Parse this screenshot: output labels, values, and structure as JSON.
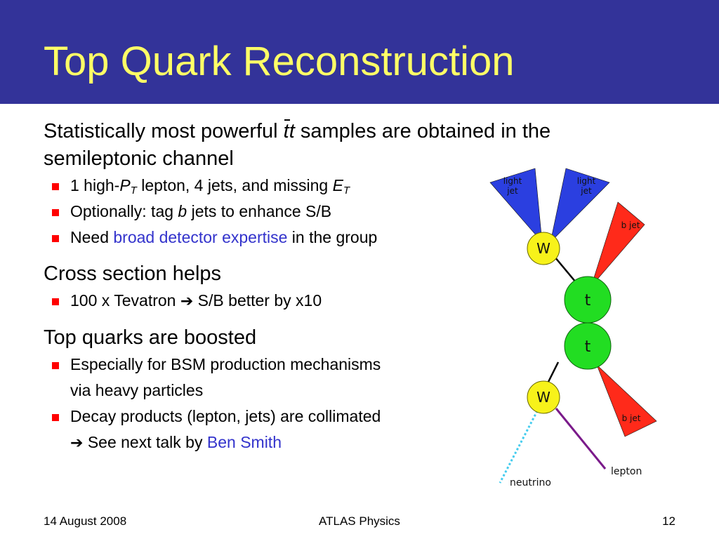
{
  "slide": {
    "title": "Top Quark Reconstruction",
    "page_number": "12",
    "footer_left": "14 August 2008",
    "footer_center": "ATLAS Physics"
  },
  "colors": {
    "header_bg": "#333399",
    "title": "#ffff66",
    "bullet": "#ff0000",
    "highlight": "#3333cc",
    "light_jet": "#2b3fe0",
    "b_jet": "#ff2a1a",
    "w_boson": "#f7f21a",
    "top_quark": "#22dd22",
    "neutrino": "#44ccee",
    "lepton": "#7a1a8a"
  },
  "content": {
    "s1": {
      "pre": "Statistically most powerful ",
      "tt": "tt",
      "post": " samples are obtained in the semileptonic channel"
    },
    "b1a": {
      "pre": "1 high-",
      "p": "P",
      "psub": "T",
      "mid": " lepton, 4 jets, and missing ",
      "e": "E",
      "esub": "T"
    },
    "b1b": {
      "pre": "Optionally: tag ",
      "b": "b",
      "post": " jets to enhance S/B"
    },
    "b1c": {
      "pre": "Need ",
      "link": "broad detector expertise",
      "post": " in the group"
    },
    "s2": "Cross section helps",
    "b2a": {
      "pre": "100 x Tevatron ",
      "arrow": "➔",
      "post": " S/B better by x10"
    },
    "s3": "Top quarks are boosted",
    "b3a": {
      "line1": "Especially for BSM production mechanisms",
      "line2": "via heavy particles"
    },
    "b3b": {
      "line1": "Decay products (lepton, jets) are collimated",
      "arrow": "➔",
      "mid": " See next talk by ",
      "link": "Ben Smith"
    }
  },
  "diagram": {
    "light_jet_1": {
      "line1": "light",
      "line2": "jet"
    },
    "light_jet_2": {
      "line1": "light",
      "line2": "jet"
    },
    "b_jet_1": "b jet",
    "b_jet_2": "b jet",
    "w_top": "W",
    "w_bottom": "W",
    "t_top": "t",
    "t_bottom": "t",
    "neutrino": "neutrino",
    "lepton": "lepton"
  }
}
